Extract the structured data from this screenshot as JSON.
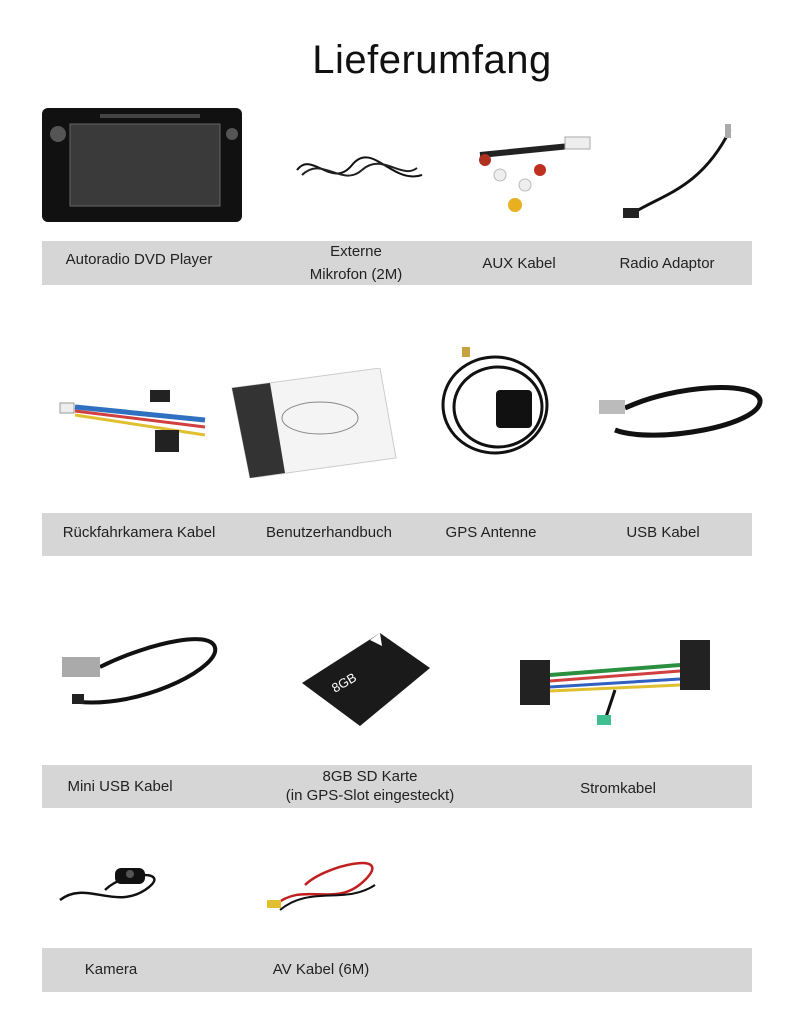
{
  "title": "Lieferumfang",
  "rows": [
    {
      "items": [
        {
          "label": "Autoradio DVD Player",
          "icon": "car-radio-icon"
        },
        {
          "label_line1": "Externe",
          "label_line2": "Mikrofon (2M)",
          "icon": "microphone-icon"
        },
        {
          "label": "AUX Kabel",
          "icon": "aux-cable-icon"
        },
        {
          "label": "Radio Adaptor",
          "icon": "radio-adapter-icon"
        }
      ]
    },
    {
      "items": [
        {
          "label": "Rückfahrkamera Kabel",
          "icon": "camera-cable-icon"
        },
        {
          "label": "Benutzerhandbuch",
          "icon": "manual-icon"
        },
        {
          "label": "GPS Antenne",
          "icon": "gps-antenna-icon"
        },
        {
          "label": "USB Kabel",
          "icon": "usb-cable-icon"
        }
      ]
    },
    {
      "items": [
        {
          "label": "Mini USB Kabel",
          "icon": "mini-usb-cable-icon"
        },
        {
          "label_line1": "8GB SD Karte",
          "label_line2": "(in GPS-Slot eingesteckt)",
          "icon": "sd-card-icon",
          "card_text": "8GB"
        },
        {
          "label": "Stromkabel",
          "icon": "power-cable-icon"
        }
      ]
    },
    {
      "items": [
        {
          "label": "Kamera",
          "icon": "camera-icon"
        },
        {
          "label": "AV Kabel (6M)",
          "icon": "av-cable-icon"
        }
      ]
    }
  ]
}
